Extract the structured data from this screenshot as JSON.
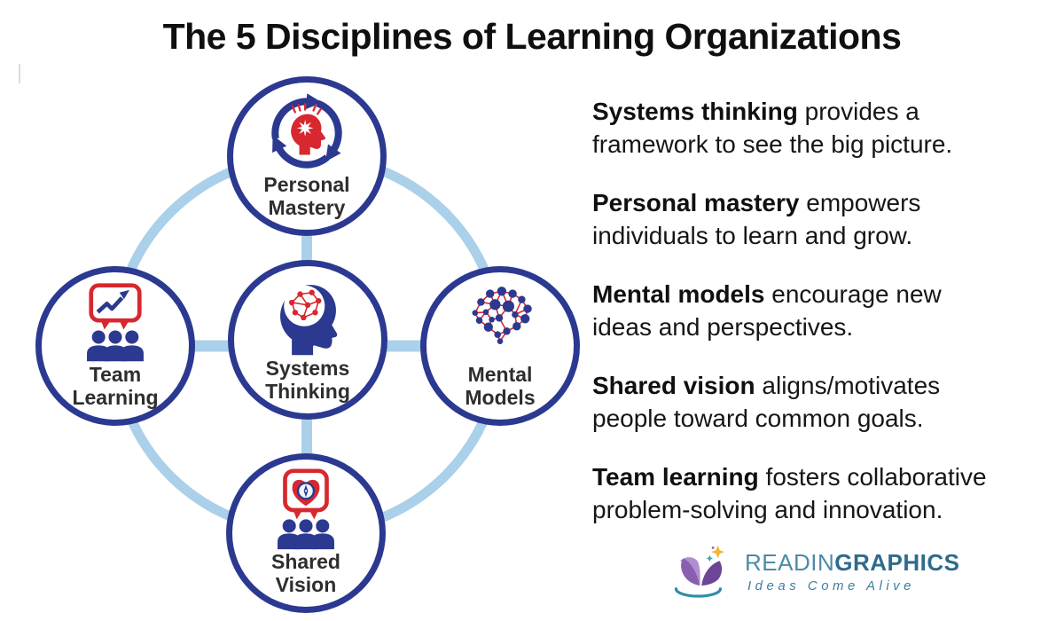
{
  "title": "The 5 Disciplines of Learning Organizations",
  "colors": {
    "navy": "#2b3990",
    "red": "#d7282f",
    "light_blue": "#aad0ea",
    "text": "#161616",
    "logo_teal": "#4e8aa9",
    "logo_dark_blue": "#2e6b8c",
    "logo_purple": "#7c52a1",
    "logo_gold": "#f2b630"
  },
  "diagram": {
    "nodes": [
      {
        "id": "personal-mastery",
        "line1": "Personal",
        "line2": "Mastery",
        "icon": "mind-growth-cycle-icon"
      },
      {
        "id": "team-learning",
        "line1": "Team",
        "line2": "Learning",
        "icon": "team-chart-bubble-icon"
      },
      {
        "id": "systems-thinking",
        "line1": "Systems",
        "line2": "Thinking",
        "icon": "network-head-icon"
      },
      {
        "id": "mental-models",
        "line1": "Mental",
        "line2": "Models",
        "icon": "brain-network-icon"
      },
      {
        "id": "shared-vision",
        "line1": "Shared",
        "line2": "Vision",
        "icon": "team-heart-compass-icon"
      }
    ]
  },
  "descriptions": [
    {
      "lead": "Systems thinking",
      "rest": " provides a",
      "line2": "framework to see the big picture."
    },
    {
      "lead": "Personal mastery",
      "rest": " empowers",
      "line2": "individuals to learn and grow."
    },
    {
      "lead": "Mental models",
      "rest": " encourage new",
      "line2": "ideas and perspectives."
    },
    {
      "lead": "Shared vision",
      "rest": " aligns/motivates",
      "line2": "people toward common goals."
    },
    {
      "lead": "Team learning",
      "rest": " fosters collaborative",
      "line2": "problem-solving and innovation."
    }
  ],
  "logo": {
    "brand_regular": "READIN",
    "brand_bold": "GRAPHICS",
    "tagline": "Ideas Come Alive"
  }
}
